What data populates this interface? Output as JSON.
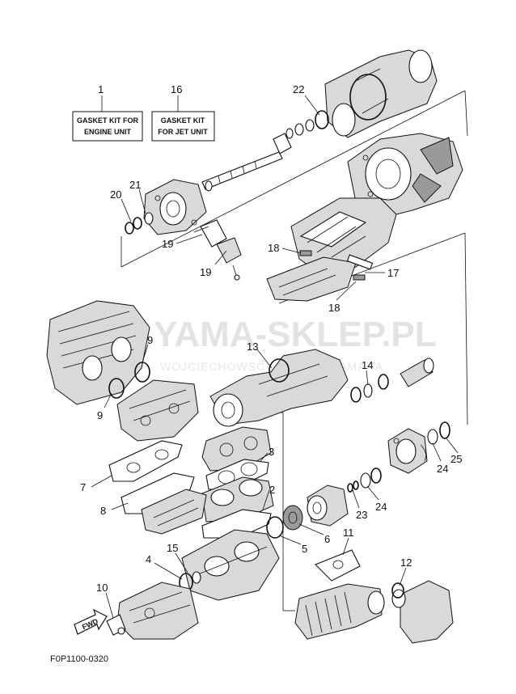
{
  "watermark": {
    "main": "YAMA-SKLEP.PL",
    "sub": "WOJCIECHOWSCY DEALER YAMAHA"
  },
  "kits": [
    {
      "number": "1",
      "line1": "GASKET KIT FOR",
      "line2": "ENGINE UNIT"
    },
    {
      "number": "16",
      "line1": "GASKET KIT",
      "line2": "FOR JET UNIT"
    }
  ],
  "callouts": {
    "c22": "22",
    "c21": "21",
    "c20": "20",
    "c19a": "19",
    "c19b": "19",
    "c18a": "18",
    "c18b": "18",
    "c17": "17",
    "c13": "13",
    "c14": "14",
    "c9a": "9",
    "c9b": "9",
    "c3": "3",
    "c2": "2",
    "c7": "7",
    "c8": "8",
    "c25": "25",
    "c24a": "24",
    "c24b": "24",
    "c23": "23",
    "c6": "6",
    "c5": "5",
    "c11": "11",
    "c12": "12",
    "c15": "15",
    "c4": "4",
    "c10": "10"
  },
  "fwd_label": "FWD",
  "figure_code": "F0P1100-0320"
}
